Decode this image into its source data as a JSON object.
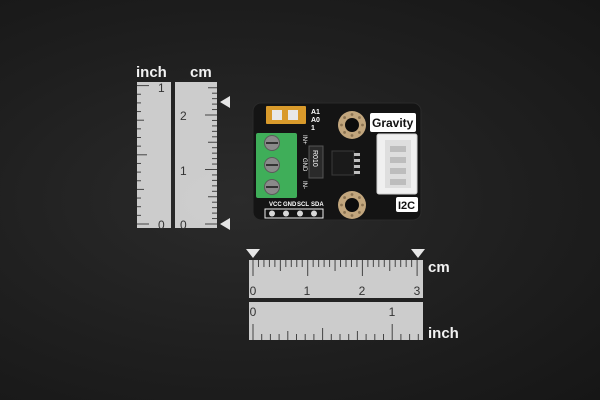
{
  "vertical_ruler": {
    "inch_label": "inch",
    "cm_label": "cm",
    "inch_ticks": [
      "0",
      "1"
    ],
    "cm_ticks": [
      "0",
      "1",
      "2"
    ]
  },
  "horizontal_ruler": {
    "cm_label": "cm",
    "inch_label": "inch",
    "cm_ticks": [
      "0",
      "1",
      "2",
      "3"
    ],
    "inch_ticks": [
      "0",
      "1"
    ]
  },
  "board": {
    "brand": "Gravity",
    "interface": "I2C",
    "chip_marking": "R010",
    "dip_labels": [
      "A1",
      "A0",
      "1"
    ],
    "terminal_labels": [
      "IN+",
      "GND",
      "IN-"
    ],
    "pin_labels": [
      "VCC",
      "GND",
      "SCL",
      "SDA"
    ]
  },
  "colors": {
    "background": "#222222",
    "ruler": "#d9d9d9",
    "pcb": "#111111",
    "terminal": "#3fae59",
    "dip_switch": "#d99a2b",
    "connector": "#f0f0f0"
  }
}
